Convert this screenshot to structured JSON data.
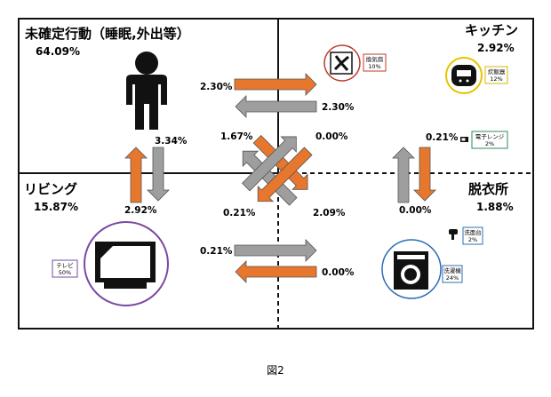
{
  "zones": {
    "undetermined": {
      "name": "未確定行動（睡眠,外出等）",
      "percent": "64.09%"
    },
    "kitchen": {
      "name": "キッチン",
      "percent": "2.92%"
    },
    "living": {
      "name": "リビング",
      "percent": "15.87%"
    },
    "dressing": {
      "name": "脱衣所",
      "percent": "1.88%"
    }
  },
  "flows": {
    "undetermined_to_kitchen": "2.30%",
    "kitchen_to_undetermined": "2.30%",
    "undetermined_to_living": "3.34%",
    "living_to_undetermined": "2.92%",
    "undetermined_to_dressing": "0.00%",
    "dressing_to_undetermined": "2.09%",
    "kitchen_to_living_upper": "1.67%",
    "kitchen_to_living_lower": "0.21%",
    "kitchen_to_dressing": "0.21%",
    "dressing_to_kitchen": "0.00%",
    "living_to_dressing": "0.21%",
    "dressing_to_living": "0.00%"
  },
  "appliances": {
    "fan": {
      "name": "換気扇",
      "percent": "10%"
    },
    "cooker": {
      "name": "炊飯器",
      "percent": "12%"
    },
    "oven": {
      "name": "電子レンジ",
      "percent": "2%"
    },
    "dryer": {
      "name": "洗面台",
      "percent": "2%"
    },
    "washer": {
      "name": "洗濯機",
      "percent": "24%"
    },
    "tv": {
      "name": "テレビ",
      "percent": "50%"
    }
  },
  "caption": "図2",
  "colors": {
    "orange": "#e8772e",
    "gray": "#9e9e9e",
    "fan_ring": "#c0392b",
    "cooker_ring": "#e5c500",
    "tv_ring": "#7b4aa0",
    "washer_ring": "#2f6db4",
    "oven_box": "#2e8b57",
    "cooker_box": "#d4b800"
  }
}
